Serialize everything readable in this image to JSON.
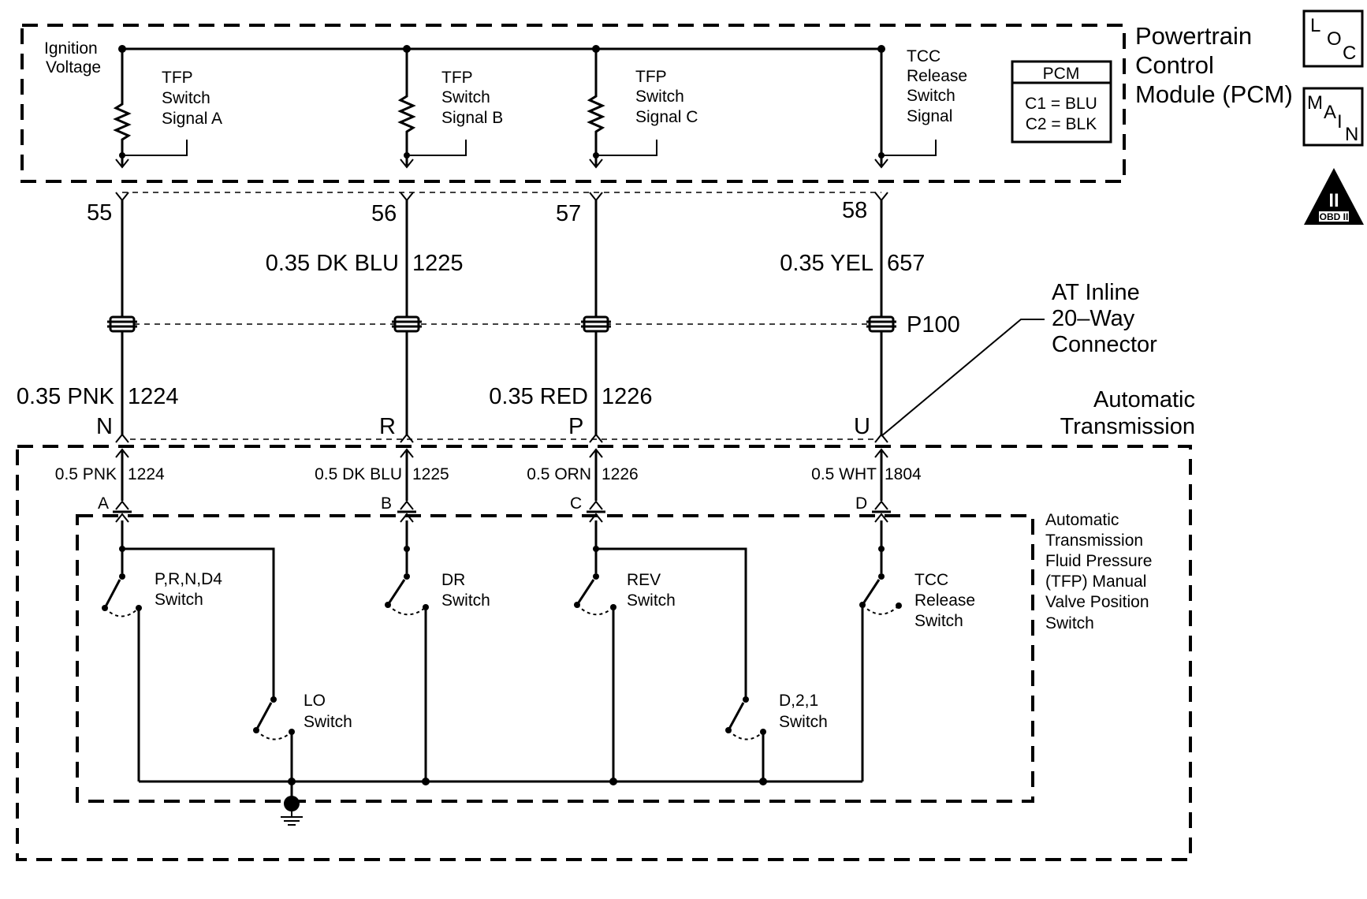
{
  "pcm": {
    "title": [
      "Powertrain",
      "Control",
      "Module (PCM)"
    ],
    "ignition": [
      "Ignition",
      "Voltage"
    ],
    "signals": [
      [
        "TFP",
        "Switch",
        "Signal A"
      ],
      [
        "TFP",
        "Switch",
        "Signal B"
      ],
      [
        "TFP",
        "Switch",
        "Signal C"
      ],
      [
        "TCC",
        "Release",
        "Switch",
        "Signal"
      ]
    ],
    "legend": {
      "header": "PCM",
      "rows": [
        "C1 = BLU",
        "C2 = BLK"
      ]
    },
    "pins": [
      "55",
      "56",
      "57",
      "58"
    ]
  },
  "icons": {
    "loc": [
      "L",
      "O",
      "C"
    ],
    "main": [
      "M",
      "A",
      "I",
      "N"
    ],
    "obd": {
      "numeral": "II",
      "label": "OBD II"
    }
  },
  "upper_wires": [
    "0.35 DK BLU",
    "1225",
    "0.35 YEL",
    "657"
  ],
  "connector": {
    "id": "P100",
    "name": [
      "AT Inline",
      "20–Way",
      "Connector"
    ]
  },
  "lower_wires": [
    "0.35 PNK",
    "1224",
    "0.35 RED",
    "1226"
  ],
  "at_pins": [
    "N",
    "R",
    "P",
    "U"
  ],
  "transmission": {
    "title": [
      "Automatic",
      "Transmission"
    ],
    "internal_wires": [
      "0.5 PNK",
      "1224",
      "0.5 DK BLU",
      "1225",
      "0.5 ORN",
      "1226",
      "0.5 WHT",
      "1804"
    ],
    "internal_pins": [
      "A",
      "B",
      "C",
      "D"
    ],
    "switch_assembly": [
      "Automatic",
      "Transmission",
      "Fluid Pressure",
      "(TFP) Manual",
      "Valve Position",
      "Switch"
    ],
    "switches": [
      [
        "P,R,N,D4",
        "Switch"
      ],
      [
        "DR",
        "Switch"
      ],
      [
        "REV",
        "Switch"
      ],
      [
        "TCC",
        "Release",
        "Switch"
      ],
      [
        "LO",
        "Switch"
      ],
      [
        "D,2,1",
        "Switch"
      ]
    ]
  }
}
